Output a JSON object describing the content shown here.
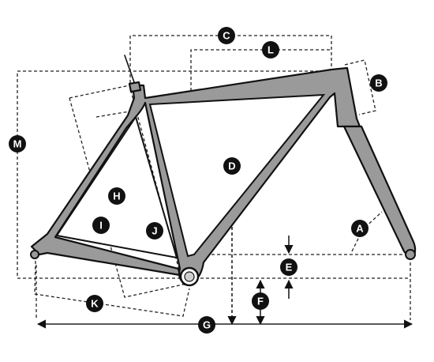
{
  "labels": {
    "A": "A",
    "B": "B",
    "C": "C",
    "D": "D",
    "E": "E",
    "F": "F",
    "G": "G",
    "H": "H",
    "I": "I",
    "J": "J",
    "K": "K",
    "L": "L",
    "M": "M"
  },
  "colors": {
    "frame_fill": "#9a9a9a",
    "outline": "#111111",
    "badge": "#111111",
    "badge_text": "#ffffff"
  }
}
